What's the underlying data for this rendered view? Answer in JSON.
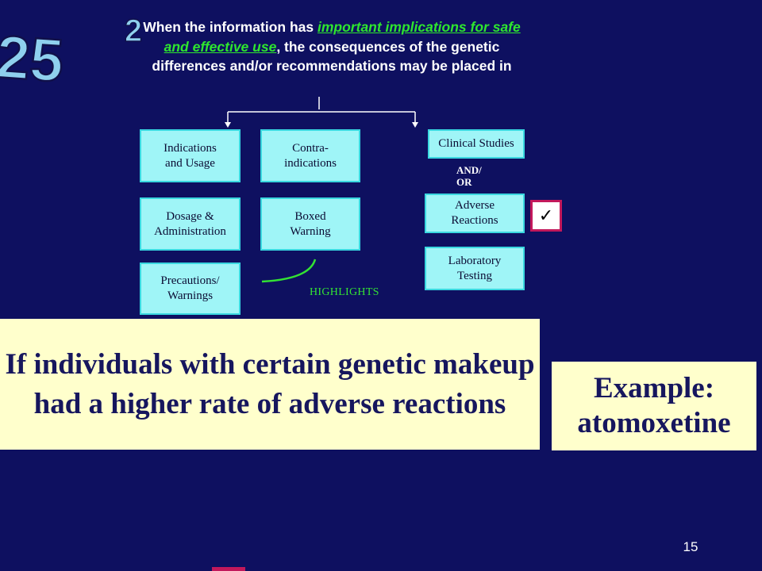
{
  "badge": {
    "main": "25",
    "sub": "2"
  },
  "heading": {
    "pre": "When the information has ",
    "highlight": "important implications for safe and effective use",
    "post": ", the consequences of the genetic differences and/or recommendations may be placed in"
  },
  "boxes": {
    "indications": "Indications\nand Usage",
    "contraindications": "Contra-\nindications",
    "clinical_studies": "Clinical Studies",
    "dosage": "Dosage &\nAdministration",
    "boxed_warning": "Boxed\nWarning",
    "precautions": "Precautions/\nWarnings",
    "adverse_reactions": "Adverse\nReactions",
    "laboratory_testing": "Laboratory\nTesting"
  },
  "and_or": "AND/\nOR",
  "highlights": "HIGHLIGHTS",
  "check": "✓",
  "callout": "If individuals with certain genetic makeup had a higher rate of adverse reactions",
  "example": {
    "line1": "Example:",
    "line2": "atomoxetine"
  },
  "page_number": "15",
  "colors": {
    "background": "#0e1060",
    "box_fill": "#9ff5f7",
    "highlight_green": "#2ee62e",
    "callout_fill": "#ffffcc",
    "check_border": "#c2185b",
    "badge_fill": "#8fd0ee"
  }
}
